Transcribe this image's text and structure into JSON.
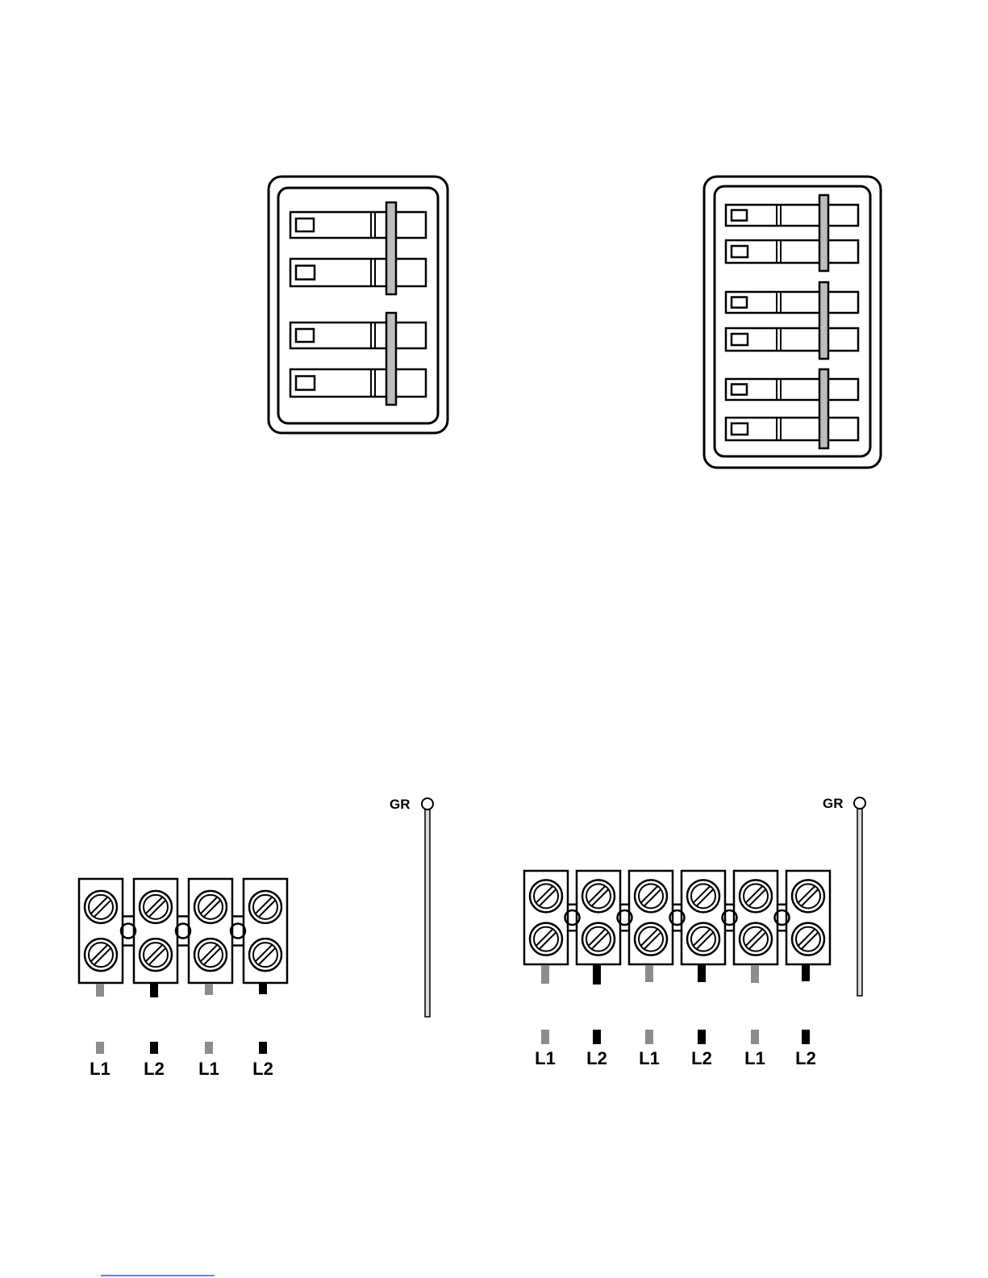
{
  "colors": {
    "line": "#000000",
    "handle_tie": "#bdbdbd",
    "wire_l1": "#8c8c8c",
    "wire_l2": "#000000",
    "ground_wire": "#d9d9d9",
    "background": "#ffffff",
    "footer_rule": "#3b5bd6"
  },
  "panels": [
    {
      "name": "two-pole-breaker-panel",
      "breakers": [
        {
          "poles": 2
        },
        {
          "poles": 2
        }
      ]
    },
    {
      "name": "three-pair-breaker-panel",
      "breakers": [
        {
          "poles": 2
        },
        {
          "poles": 2
        },
        {
          "poles": 2
        }
      ]
    }
  ],
  "terminal_blocks": [
    {
      "name": "four-terminal-block",
      "ground_label": "GR",
      "terminals": [
        {
          "label": "L1",
          "wire": "L1"
        },
        {
          "label": "L2",
          "wire": "L2"
        },
        {
          "label": "L1",
          "wire": "L1"
        },
        {
          "label": "L2",
          "wire": "L2"
        }
      ]
    },
    {
      "name": "six-terminal-block",
      "ground_label": "GR",
      "terminals": [
        {
          "label": "L1",
          "wire": "L1"
        },
        {
          "label": "L2",
          "wire": "L2"
        },
        {
          "label": "L1",
          "wire": "L1"
        },
        {
          "label": "L2",
          "wire": "L2"
        },
        {
          "label": "L1",
          "wire": "L1"
        },
        {
          "label": "L2",
          "wire": "L2"
        }
      ]
    }
  ]
}
